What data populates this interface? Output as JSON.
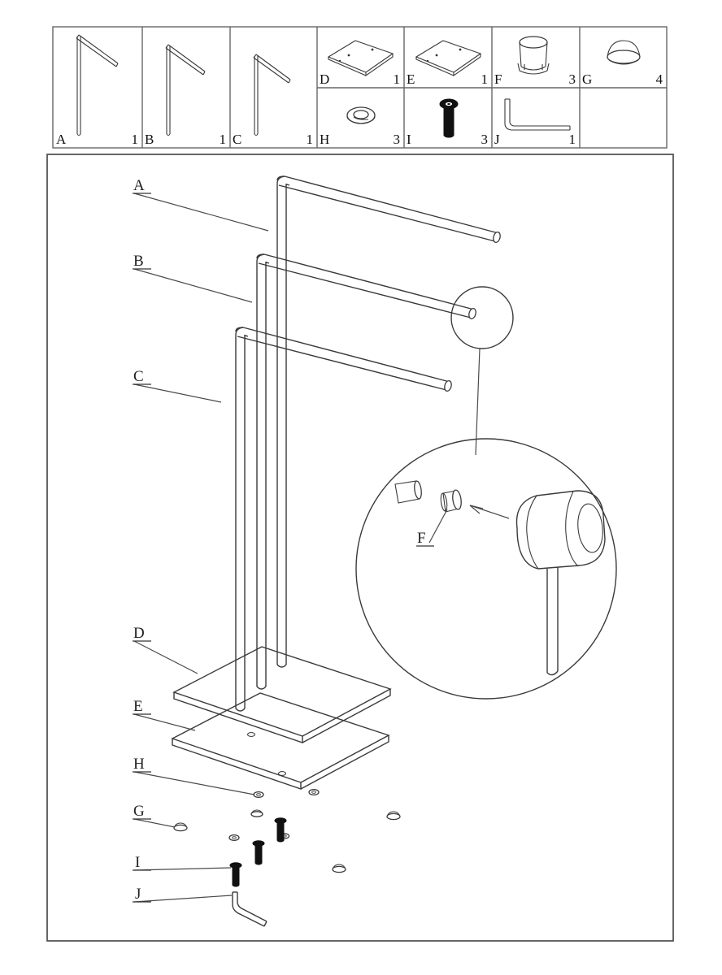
{
  "document": {
    "type": "furniture-assembly-instruction",
    "title": "Towel Rack Assembly Diagram",
    "page_background": "#ffffff",
    "line_color": "#3a3a3a",
    "text_color": "#1a1a1a"
  },
  "parts_table": {
    "rows": [
      {
        "cells": [
          {
            "letter": "A",
            "qty": "1",
            "icon": "long-towel-bar-icon",
            "description": "Long towel bar with vertical post"
          },
          {
            "letter": "B",
            "qty": "1",
            "icon": "medium-towel-bar-icon",
            "description": "Medium towel bar with vertical post"
          },
          {
            "letter": "C",
            "qty": "1",
            "icon": "short-towel-bar-icon",
            "description": "Short towel bar with vertical post"
          },
          {
            "letter": "D",
            "qty": "1",
            "icon": "upper-base-plate-icon",
            "description": "Upper base plate"
          },
          {
            "letter": "E",
            "qty": "1",
            "icon": "lower-base-plate-icon",
            "description": "Lower base plate"
          },
          {
            "letter": "F",
            "qty": "3",
            "icon": "cylinder-end-cap-icon",
            "description": "Cylindrical end cap / ferrule"
          },
          {
            "letter": "G",
            "qty": "4",
            "icon": "dome-foot-pad-icon",
            "description": "Dome foot pad"
          }
        ]
      },
      {
        "cells": [
          {
            "letter": "H",
            "qty": "3",
            "icon": "washer-icon",
            "description": "Spring washer"
          },
          {
            "letter": "I",
            "qty": "3",
            "icon": "hex-bolt-icon",
            "description": "Hex socket bolt"
          },
          {
            "letter": "J",
            "qty": "1",
            "icon": "allen-key-icon",
            "description": "Allen key / hex wrench"
          }
        ]
      }
    ]
  },
  "main_drawing": {
    "callouts": [
      {
        "id": "A",
        "label": "A",
        "target": "top-towel-bar"
      },
      {
        "id": "B",
        "label": "B",
        "target": "middle-towel-bar"
      },
      {
        "id": "C",
        "label": "C",
        "target": "bottom-towel-bar"
      },
      {
        "id": "D",
        "label": "D",
        "target": "upper-base-plate"
      },
      {
        "id": "E",
        "label": "E",
        "target": "lower-base-plate"
      },
      {
        "id": "H",
        "label": "H",
        "target": "washer"
      },
      {
        "id": "G",
        "label": "G",
        "target": "foot-pad"
      },
      {
        "id": "I",
        "label": "I",
        "target": "bolt"
      },
      {
        "id": "J",
        "label": "J",
        "target": "allen-key"
      }
    ],
    "detail_view": {
      "callouts": [
        {
          "id": "F",
          "label": "F",
          "target": "end-cap-insert"
        }
      ],
      "tool": "rubber-mallet",
      "action": "tap-end-cap-into-tube"
    }
  }
}
